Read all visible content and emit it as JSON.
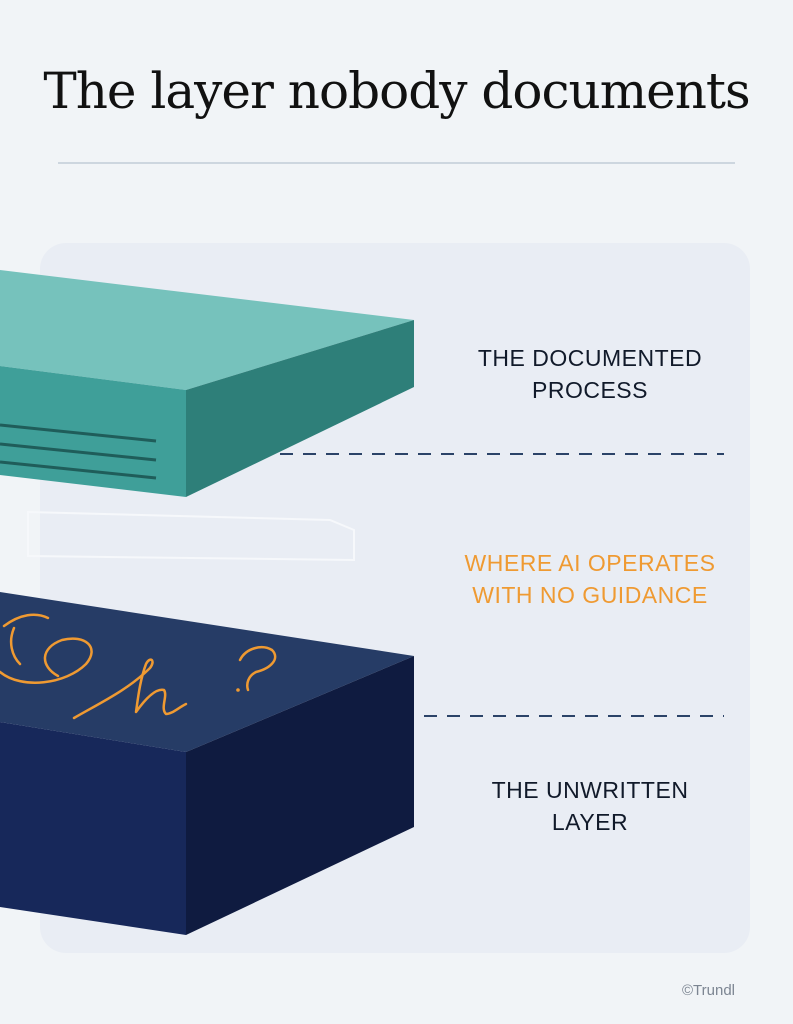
{
  "title": "The layer nobody documents",
  "labels": {
    "documented": [
      "THE DOCUMENTED",
      "PROCESS"
    ],
    "gap": [
      "WHERE AI OPERATES",
      "WITH NO GUIDANCE"
    ],
    "unwritten": [
      "THE UNWRITTEN",
      "LAYER"
    ]
  },
  "copyright": "©Trundl",
  "colors": {
    "background": "#f1f4f7",
    "panel": "#e9edf4",
    "teal_top": "#76c2bc",
    "teal_front": "#3f9f99",
    "teal_side": "#2e7f79",
    "navy_top": "#263c66",
    "navy_front": "#17285a",
    "navy_side": "#0f1b40",
    "accent_orange": "#ef9a32",
    "dash": "#2b4368"
  }
}
